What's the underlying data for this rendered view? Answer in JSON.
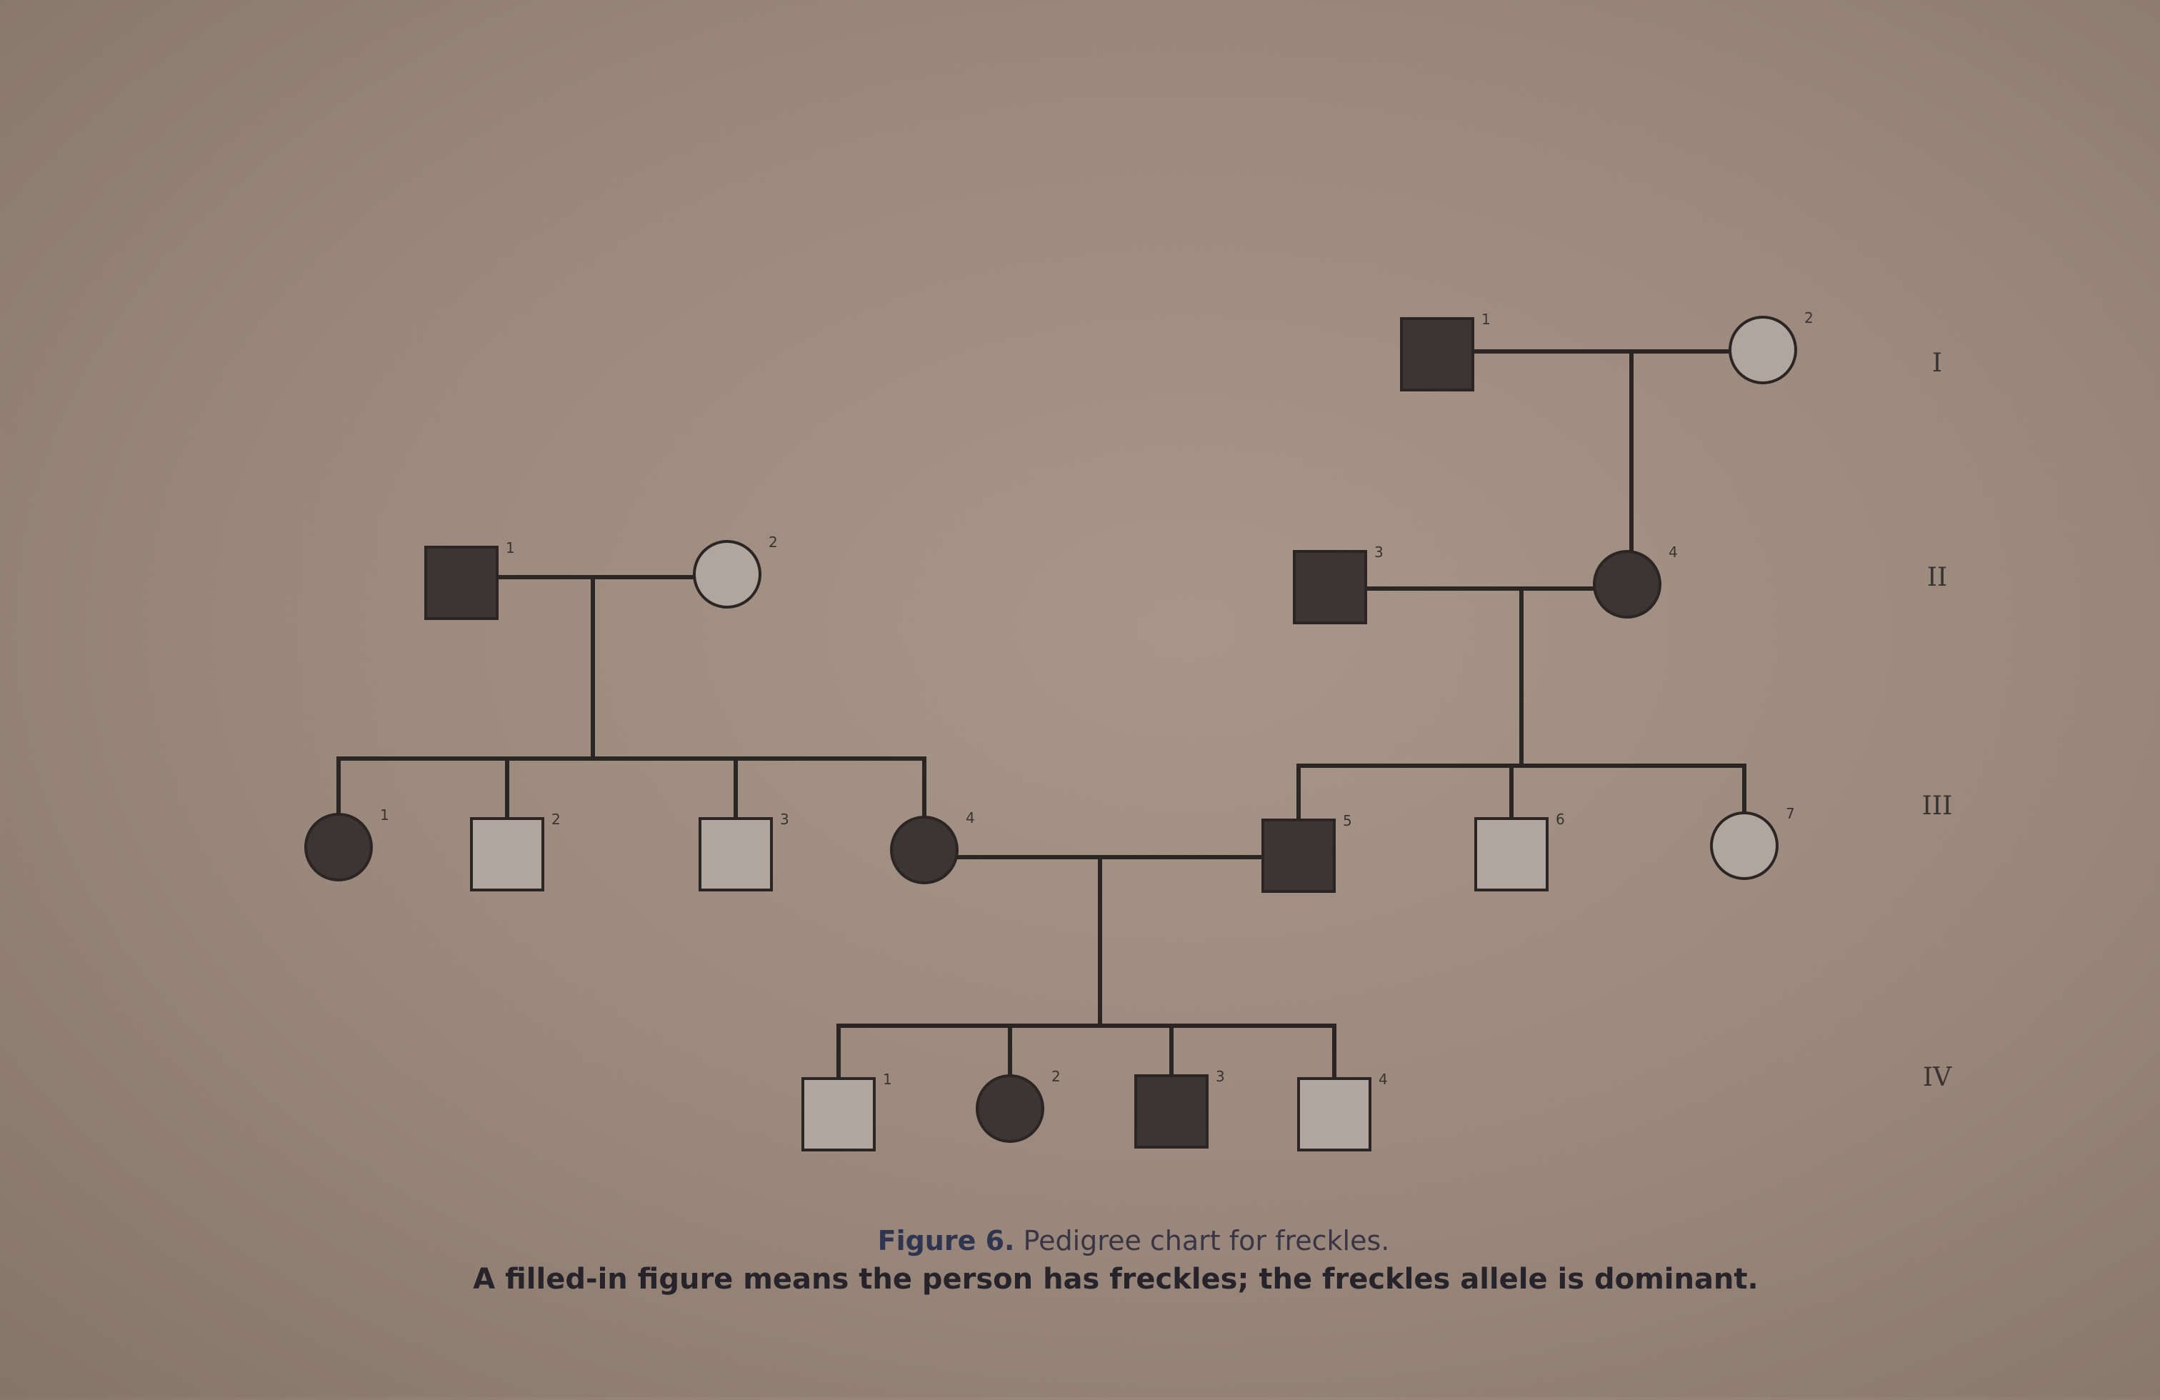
{
  "colors": {
    "affected": "#3b3633",
    "unaffected": "#b1a69d",
    "line": "#2b2623"
  },
  "generations": [
    "I",
    "II",
    "III",
    "IV"
  ],
  "pedigree": {
    "individuals": [
      {
        "id": "I-1",
        "generation": "I",
        "number": "1",
        "sex": "male",
        "affected": true
      },
      {
        "id": "I-2",
        "generation": "I",
        "number": "2",
        "sex": "female",
        "affected": false
      },
      {
        "id": "II-1",
        "generation": "II",
        "number": "1",
        "sex": "male",
        "affected": true
      },
      {
        "id": "II-2",
        "generation": "II",
        "number": "2",
        "sex": "female",
        "affected": false
      },
      {
        "id": "II-3",
        "generation": "II",
        "number": "3",
        "sex": "male",
        "affected": true
      },
      {
        "id": "II-4",
        "generation": "II",
        "number": "4",
        "sex": "female",
        "affected": true
      },
      {
        "id": "III-1",
        "generation": "III",
        "number": "1",
        "sex": "female",
        "affected": true
      },
      {
        "id": "III-2",
        "generation": "III",
        "number": "2",
        "sex": "male",
        "affected": false
      },
      {
        "id": "III-3",
        "generation": "III",
        "number": "3",
        "sex": "male",
        "affected": false
      },
      {
        "id": "III-4",
        "generation": "III",
        "number": "4",
        "sex": "female",
        "affected": true
      },
      {
        "id": "III-5",
        "generation": "III",
        "number": "5",
        "sex": "male",
        "affected": true
      },
      {
        "id": "III-6",
        "generation": "III",
        "number": "6",
        "sex": "male",
        "affected": false
      },
      {
        "id": "III-7",
        "generation": "III",
        "number": "7",
        "sex": "female",
        "affected": false
      },
      {
        "id": "IV-1",
        "generation": "IV",
        "number": "1",
        "sex": "male",
        "affected": false
      },
      {
        "id": "IV-2",
        "generation": "IV",
        "number": "2",
        "sex": "female",
        "affected": true
      },
      {
        "id": "IV-3",
        "generation": "IV",
        "number": "3",
        "sex": "male",
        "affected": true
      },
      {
        "id": "IV-4",
        "generation": "IV",
        "number": "4",
        "sex": "male",
        "affected": false
      }
    ],
    "matings": [
      {
        "partners": [
          "I-1",
          "I-2"
        ],
        "children": [
          "II-4"
        ]
      },
      {
        "partners": [
          "II-1",
          "II-2"
        ],
        "children": [
          "III-1",
          "III-2",
          "III-3",
          "III-4"
        ]
      },
      {
        "partners": [
          "II-3",
          "II-4"
        ],
        "children": [
          "III-5",
          "III-6",
          "III-7"
        ]
      },
      {
        "partners": [
          "III-4",
          "III-5"
        ],
        "children": [
          "IV-1",
          "IV-2",
          "IV-3",
          "IV-4"
        ]
      }
    ]
  },
  "caption": {
    "figure_label": "Figure 6.",
    "title": " Pedigree chart for freckles.",
    "note": "A filled-in figure means the person has freckles; the freckles allele is dominant."
  }
}
